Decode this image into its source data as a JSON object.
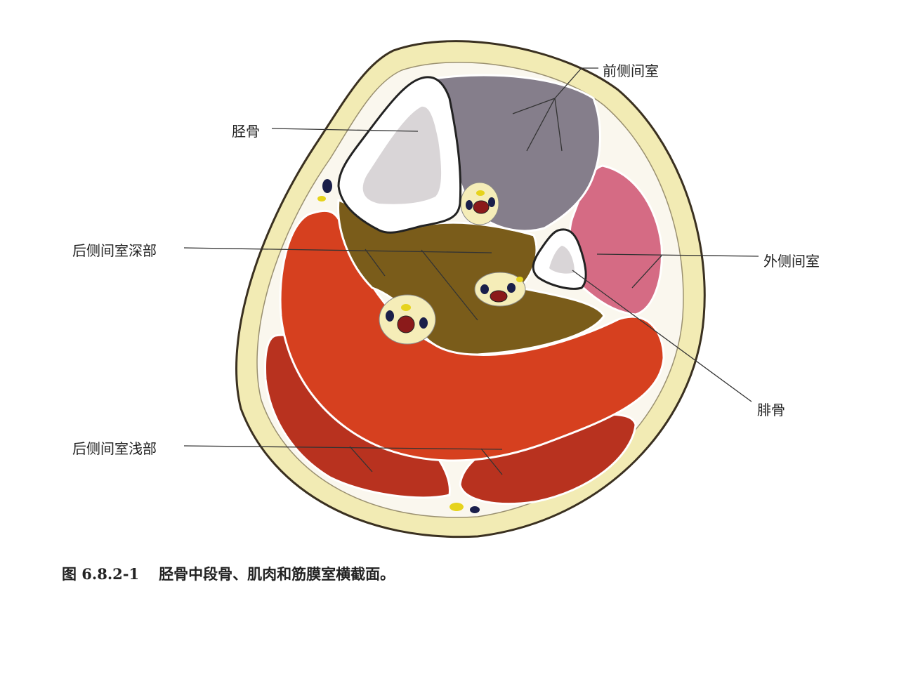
{
  "labels": {
    "anterior": "前侧间室",
    "tibia": "胫骨",
    "deep_posterior": "后侧间室深部",
    "lateral": "外侧间室",
    "fibula": "腓骨",
    "superficial_posterior": "后侧间室浅部"
  },
  "caption": {
    "number": "图 6.8.2-1",
    "text": "胫骨中段骨、肌肉和筋膜室横截面。"
  },
  "colors": {
    "fat": "#f2ebb4",
    "anterior_muscle": "#857e8b",
    "lateral_muscle": "#d56b84",
    "deep_posterior_muscle": "#7a5c1a",
    "soleus": "#d6401f",
    "gastrocnemius": "#b8321f",
    "bone": "#d9d5d7"
  }
}
